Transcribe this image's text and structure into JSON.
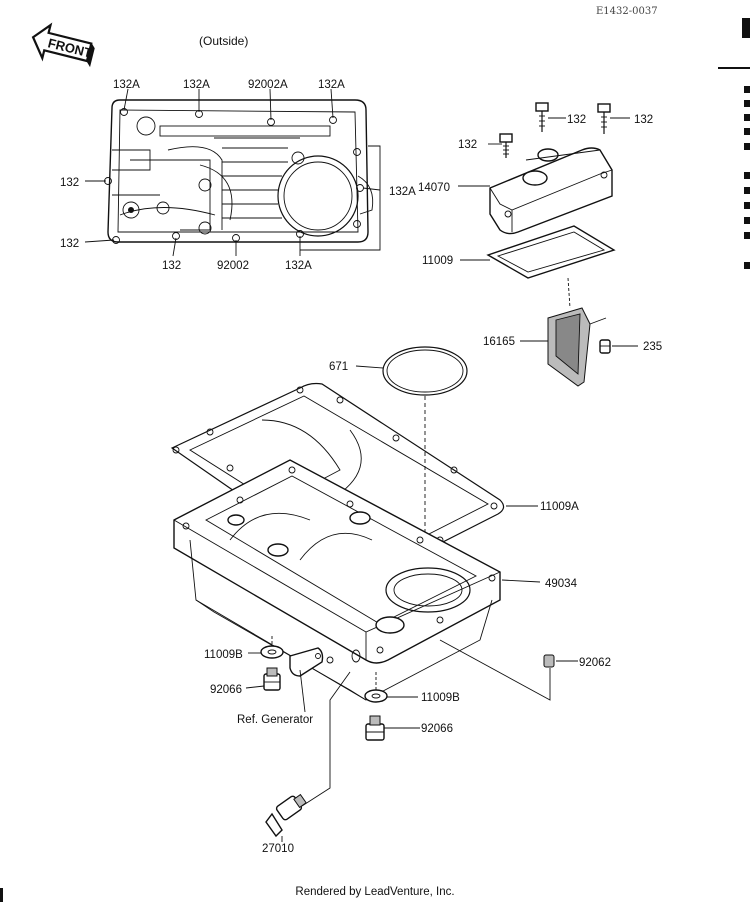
{
  "diagram": {
    "ref_code": "E1432-0037",
    "front_label": "FRONT",
    "outside_label": "(Outside)",
    "labels": {
      "l_132A_1": "132A",
      "l_132A_2": "132A",
      "l_92002A": "92002A",
      "l_132A_3": "132A",
      "l_132_left1": "132",
      "l_132A_right": "132A",
      "l_132_left2": "132",
      "l_132_bottom": "132",
      "l_92002": "92002",
      "l_132A_bottom": "132A",
      "l_132_cov1": "132",
      "l_132_cov2": "132",
      "l_132_cov3": "132",
      "l_14070": "14070",
      "l_11009": "11009",
      "l_16165": "16165",
      "l_235": "235",
      "l_671": "671",
      "l_11009A": "11009A",
      "l_49034": "49034",
      "l_11009B_1": "11009B",
      "l_92066_1": "92066",
      "l_ref_gen": "Ref. Generator",
      "l_92062": "92062",
      "l_11009B_2": "11009B",
      "l_92066_2": "92066",
      "l_27010": "27010"
    }
  },
  "footer": "Rendered by LeadVenture, Inc."
}
